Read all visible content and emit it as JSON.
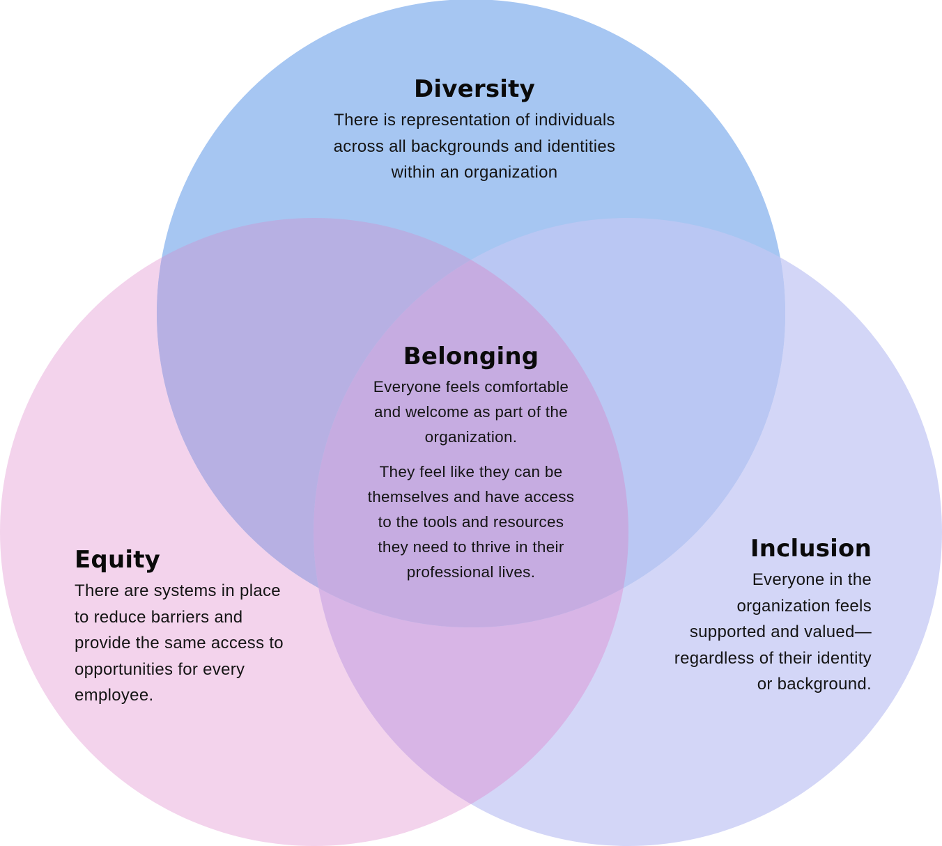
{
  "colors": {
    "diversity": "#a6c6f2",
    "equity": "#f3d3ec",
    "inclusion": "#d3d6f7",
    "diversity_equity_overlap": "#b7b0e3",
    "diversity_inclusion_overlap": "#bac7f3",
    "equity_inclusion_overlap": "#d8b5e6",
    "center_overlap": "#c6ace1"
  },
  "diversity": {
    "title": "Diversity",
    "description": "There is representation of individuals across all backgrounds and identities within an organization",
    "lines": [
      "There is representation of individuals",
      "across all backgrounds and identities",
      "within an organization"
    ]
  },
  "belonging": {
    "title": "Belonging",
    "paragraph1_lines": [
      "Everyone feels comfortable",
      "and welcome as part of the",
      "organization."
    ],
    "paragraph2_lines": [
      "They feel like they can be",
      "themselves and have access",
      "to the tools and resources",
      "they need to thrive in their",
      "professional lives."
    ]
  },
  "equity": {
    "title": "Equity",
    "lines": [
      "There are systems in place",
      "to reduce barriers and",
      "provide the same access to",
      "opportunities for every",
      "employee."
    ]
  },
  "inclusion": {
    "title": "Inclusion",
    "lines": [
      "Everyone in the",
      "organization feels",
      "supported and valued—",
      "regardless of their identity",
      "or background."
    ]
  }
}
